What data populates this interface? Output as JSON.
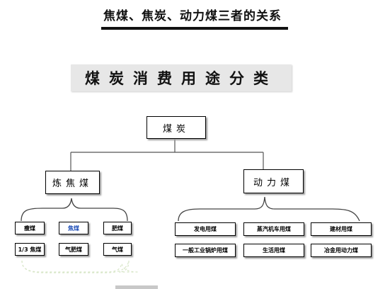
{
  "title": "焦煤、焦炭、动力煤三者的关系",
  "banner": "煤炭消费用途分类",
  "root": "煤炭",
  "branches": {
    "left": {
      "label": "炼焦煤",
      "items": [
        "瘦煤",
        "焦煤",
        "肥煤",
        "1/3 焦煤",
        "气肥煤",
        "气煤"
      ]
    },
    "right": {
      "label": "动力煤",
      "items": [
        "发电用煤",
        "蒸汽机车用煤",
        "建材用煤",
        "一般工业锅炉用煤",
        "生活用煤",
        "冶金用动力煤"
      ]
    }
  },
  "colors": {
    "highlight_text": "#1f4fb8",
    "banner_bg": "#e7e7e7",
    "dashed_line": "#d8e6c8"
  }
}
